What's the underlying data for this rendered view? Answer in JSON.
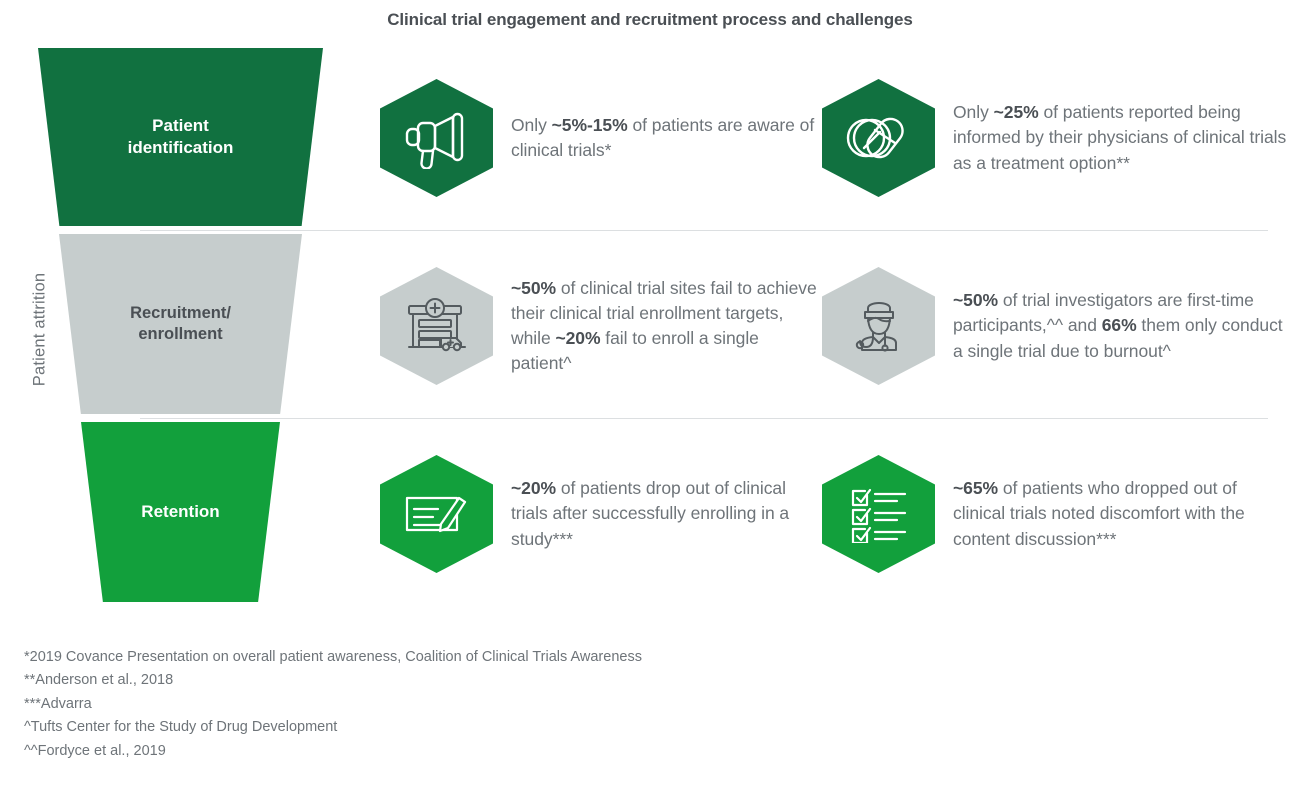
{
  "title": "Clinical trial engagement and recruitment process and challenges",
  "axis_label": "Patient attrition",
  "colors": {
    "green_dark": "#117140",
    "green_bright": "#12a03c",
    "gray": "#c6cdcd",
    "text_dark": "#4a4f54",
    "text_body": "#6e7479",
    "divider": "#dcdfe1"
  },
  "funnel": {
    "stages": [
      {
        "label": "Patient identification",
        "color": "#117140"
      },
      {
        "label": "Recruitment/ enrollment",
        "color": "#c6cdcd"
      },
      {
        "label": "Retention",
        "color": "#12a03c"
      }
    ]
  },
  "rows": [
    {
      "stage": "Patient identification",
      "cells": [
        {
          "icon": "megaphone-icon",
          "hex_color": "#117140",
          "text_parts": [
            {
              "text": "Only ",
              "bold": false
            },
            {
              "text": "~5%-15%",
              "bold": true
            },
            {
              "text": " of patients are aware of clinical trials*",
              "bold": false
            }
          ],
          "plain": "Only ~5%-15% of patients are aware of clinical trials*"
        },
        {
          "icon": "pills-icon",
          "hex_color": "#117140",
          "text_parts": [
            {
              "text": "Only ",
              "bold": false
            },
            {
              "text": "~25%",
              "bold": true
            },
            {
              "text": " of patients reported being informed by their physicians of clinical trials as a treatment option**",
              "bold": false
            }
          ],
          "plain": "Only ~25% of patients reported being informed by their physicians of clinical trials as a treatment option**"
        }
      ]
    },
    {
      "stage": "Recruitment/ enrollment",
      "cells": [
        {
          "icon": "hospital-ambulance-icon",
          "hex_color": "#c6cdcd",
          "text_parts": [
            {
              "text": "~50%",
              "bold": true
            },
            {
              "text": " of clinical trial sites fail to achieve their clinical trial enrollment targets, while ",
              "bold": false
            },
            {
              "text": "~20%",
              "bold": true
            },
            {
              "text": " fail to enroll a single patient^",
              "bold": false
            }
          ],
          "plain": "~50% of clinical trial sites fail to achieve their clinical trial enrollment targets, while ~20% fail to enroll a single patient^"
        },
        {
          "icon": "doctor-icon",
          "hex_color": "#c6cdcd",
          "text_parts": [
            {
              "text": "~50%",
              "bold": true
            },
            {
              "text": " of trial investigators are first-time participants,^^ and ",
              "bold": false
            },
            {
              "text": "66%",
              "bold": true
            },
            {
              "text": " them only conduct a single trial due to burnout^",
              "bold": false
            }
          ],
          "plain": "~50% of trial investigators are first-time participants,^^ and 66% them only conduct a single trial due to burnout^"
        }
      ]
    },
    {
      "stage": "Retention",
      "cells": [
        {
          "icon": "document-pen-icon",
          "hex_color": "#12a03c",
          "text_parts": [
            {
              "text": "~20%",
              "bold": true
            },
            {
              "text": " of patients drop out of clinical trials after successfully enrolling in a study***",
              "bold": false
            }
          ],
          "plain": "~20% of patients drop out of clinical trials after successfully enrolling in a study***"
        },
        {
          "icon": "checklist-icon",
          "hex_color": "#12a03c",
          "text_parts": [
            {
              "text": "~65%",
              "bold": true
            },
            {
              "text": " of patients who dropped out of clinical trials noted discomfort with the content discussion***",
              "bold": false
            }
          ],
          "plain": "~65% of patients who dropped out of clinical trials noted discomfort with the content discussion***"
        }
      ]
    }
  ],
  "footnotes": [
    "*2019 Covance Presentation on overall patient awareness, Coalition of Clinical Trials Awareness",
    "**Anderson et al., 2018",
    "***Advarra",
    "^Tufts Center for the Study of Drug Development",
    "^^Fordyce et al., 2019"
  ]
}
